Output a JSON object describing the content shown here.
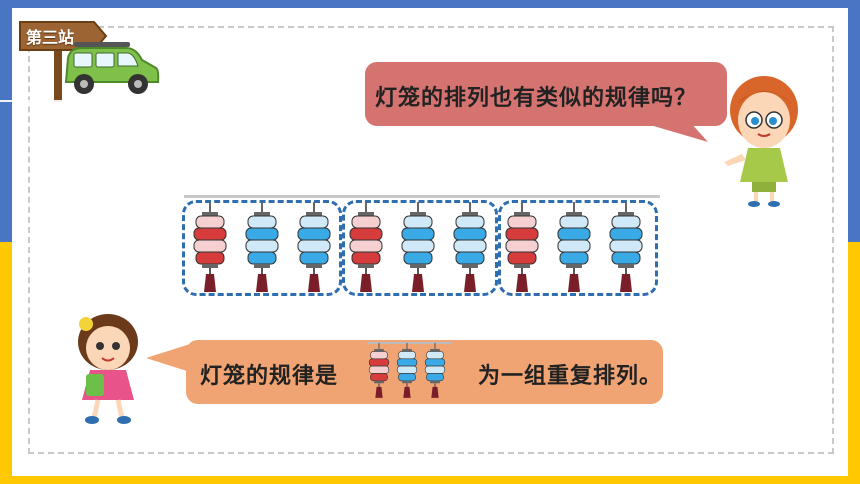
{
  "station": {
    "label": "第三站"
  },
  "question_bubble": {
    "text": "灯笼的排列也有类似的规律吗？"
  },
  "answer_bubble": {
    "text_before": "灯笼的规律是",
    "text_after": "为一组重复排列。"
  },
  "lantern_sequence": {
    "groups": 3,
    "pattern": [
      "red",
      "blue",
      "blue"
    ]
  },
  "colors": {
    "top_background": "#4a74c4",
    "bottom_background": "#ffc800",
    "question_bubble": "#d4736f",
    "answer_bubble": "#f0a373",
    "group_border": "#2f6fb0",
    "lantern_red": "#d63c3c",
    "lantern_blue": "#3aaae6",
    "lantern_pink": "#f6d0d0",
    "lantern_lightblue": "#cfe9f8"
  },
  "icons": [
    "signpost-icon",
    "car-icon",
    "teacher-illustration",
    "girl-illustration",
    "lantern-icon"
  ]
}
